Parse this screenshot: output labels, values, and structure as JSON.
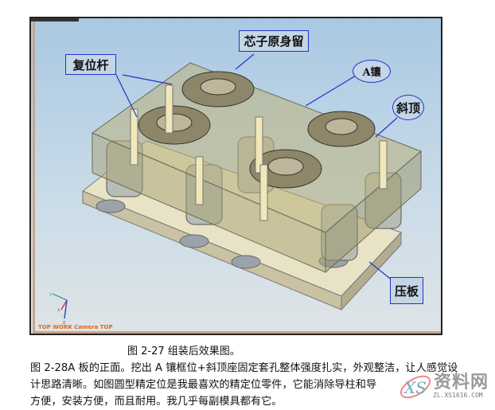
{
  "figure": {
    "labels": {
      "core": "芯子原身留",
      "ejector_pin": "复位杆",
      "a_insert": "A镶",
      "lifter": "斜顶",
      "clamp_plate": "压板"
    },
    "camera_label": "TOP WORK Camera TOP",
    "axis_labels": {
      "y": "y",
      "x": "x",
      "z": "z"
    },
    "callout_color": "#2233cc"
  },
  "caption": "图 2-27 组装后效果图。",
  "paragraph": [
    "图 2-28A 板的正面。挖出 A 镶框位+斜顶座固定套孔整体强度扎实，外观整洁，让人感觉设",
    "计思路清晰。如图圆型精定位是我最喜欢的精定位零件，它能消除导柱和导",
    "方便，安装方便，而且耐用。我几乎每副模具都有它。"
  ],
  "watermark": {
    "text": "资料网",
    "url": "ZL.XS1616.COM"
  }
}
